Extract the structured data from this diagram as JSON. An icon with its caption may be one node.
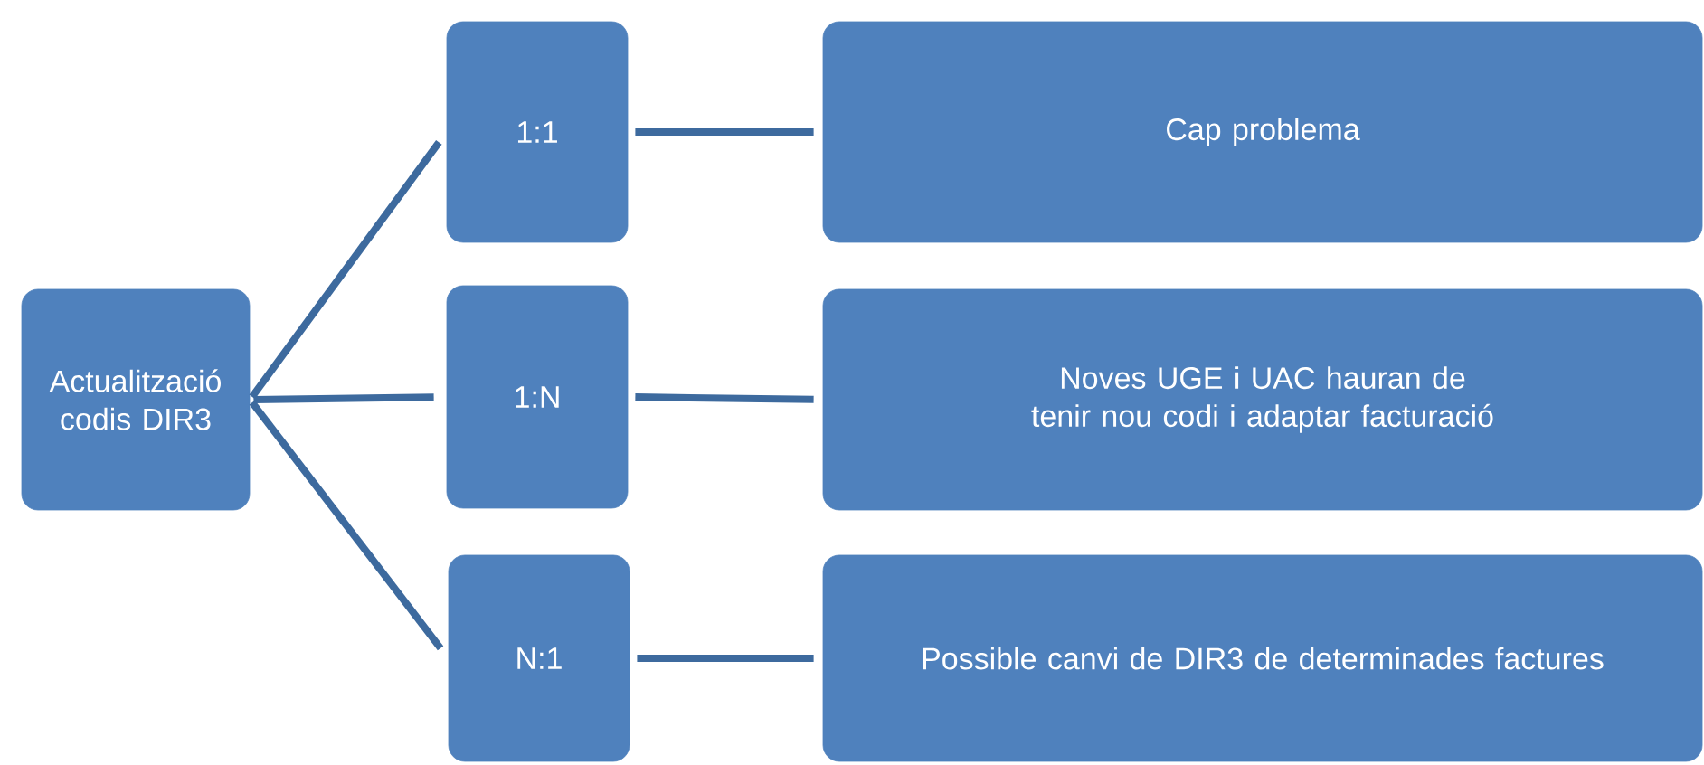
{
  "diagram": {
    "nodes": [
      {
        "text": [
          "Actualització codis DIR3"
        ]
      },
      {
        "text": [
          "1:1"
        ]
      },
      {
        "text": [
          "1:N"
        ]
      },
      {
        "text": [
          "N:1"
        ]
      },
      {
        "text": [
          "Cap problema"
        ]
      },
      {
        "text": [
          "Noves UGE i UAC hauran de tenir nou codi i adaptar facturació"
        ]
      },
      {
        "text": [
          "Possible canvi de DIR3 de determinades factures"
        ]
      }
    ],
    "edges": [
      {
        "from": 0,
        "to": 1,
        "arrow": "none"
      },
      {
        "from": 0,
        "to": 2,
        "arrow": "none"
      },
      {
        "from": 0,
        "to": 3,
        "arrow": "none"
      },
      {
        "from": 1,
        "to": 4,
        "arrow": "none"
      },
      {
        "from": 2,
        "to": 5,
        "arrow": "none"
      },
      {
        "from": 3,
        "to": 6,
        "arrow": "none"
      }
    ]
  }
}
